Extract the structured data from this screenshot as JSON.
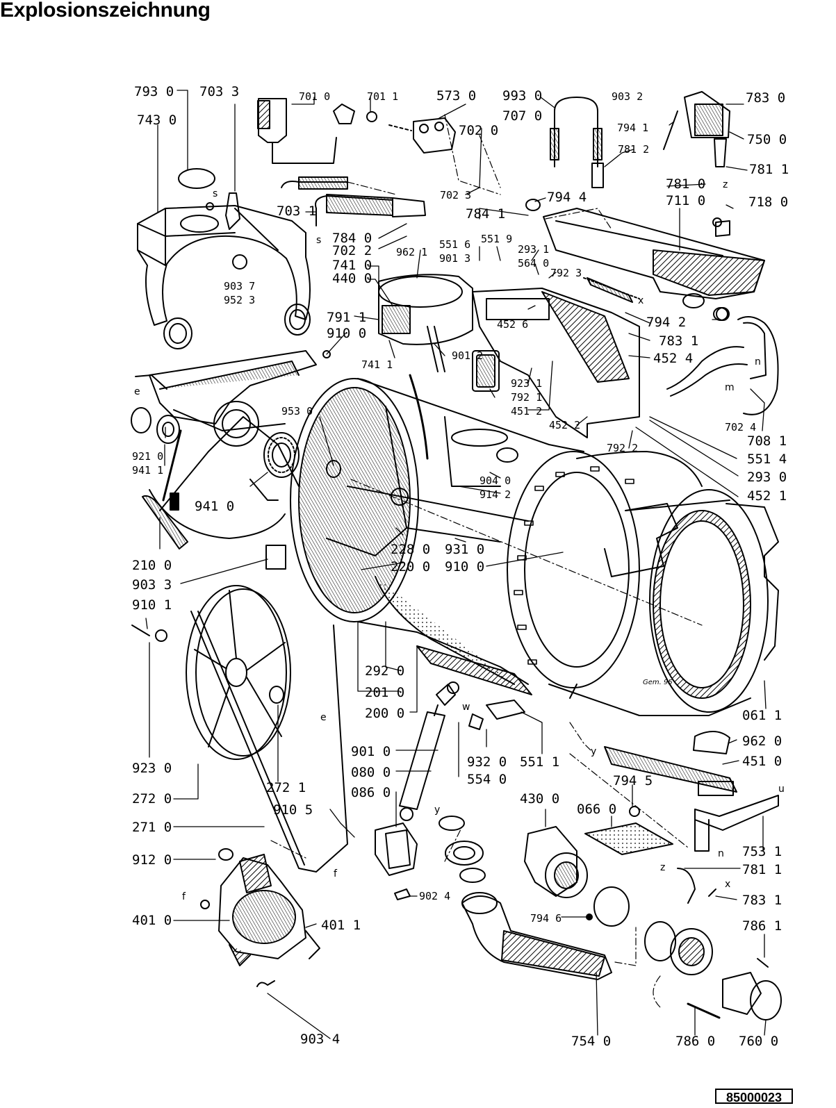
{
  "title": "Explosionszeichnung",
  "document_number": "85000023",
  "drawing_note": "Gem. 95",
  "part_labels": {
    "p793_0": "793 0",
    "p703_3": "703 3",
    "p701_0": "701 0",
    "p701_1": "701 1",
    "p573_0": "573 0",
    "p993_0": "993 0",
    "p707_0": "707 0",
    "p903_2": "903 2",
    "p783_0": "783 0",
    "p743_0": "743 0",
    "p702_0": "702 0",
    "p794_1": "794 1",
    "p750_0": "750 0",
    "p781_2": "781 2",
    "p781_1": "781 1",
    "p781_0": "781 0",
    "p711_0": "711 0",
    "p718_0": "718 0",
    "p703_1": "703 1",
    "p702_3": "702 3",
    "p794_4": "794 4",
    "p784_1": "784 1",
    "p784_0": "784 0",
    "p702_2": "702 2",
    "p962_1": "962 1",
    "p551_6": "551 6",
    "p901_3": "901 3",
    "p551_9": "551 9",
    "p293_1": "293 1",
    "p564_0": "564 0",
    "p792_3": "792 3",
    "p741_0": "741 0",
    "p440_0": "440 0",
    "p903_7": "903 7",
    "p952_3": "952 3",
    "p791_1": "791 1",
    "p452_6": "452 6",
    "p794_2": "794 2",
    "p783_1a": "783 1",
    "p910_0a": "910 0",
    "p901_2": "901 2",
    "p452_4": "452 4",
    "p741_1": "741 1",
    "p923_1": "923 1",
    "p792_1": "792 1",
    "p451_2": "451 2",
    "p702_4": "702 4",
    "p452_2": "452 2",
    "p708_1": "708 1",
    "p792_2": "792 2",
    "p953_0": "953 0",
    "p551_4": "551 4",
    "p921_0": "921 0",
    "p941_1": "941 1",
    "p293_0": "293 0",
    "p904_0": "904 0",
    "p914_2": "914 2",
    "p452_1": "452 1",
    "p941_0": "941 0",
    "p210_0": "210 0",
    "p228_0": "228 0",
    "p931_0": "931 0",
    "p220_0": "220 0",
    "p910_0b": "910 0",
    "p903_3": "903 3",
    "p910_1": "910 1",
    "p292_0": "292 0",
    "p201_0": "201 0",
    "p200_0": "200 0",
    "p061_1": "061 1",
    "p962_0": "962 0",
    "p451_0": "451 0",
    "p901_0": "901 0",
    "p932_0": "932 0",
    "p551_1": "551 1",
    "p923_0": "923 0",
    "p080_0": "080 0",
    "p554_0": "554 0",
    "p272_1": "272 1",
    "p086_0": "086 0",
    "p794_5": "794 5",
    "p272_0": "272 0",
    "p430_0": "430 0",
    "p066_0": "066 0",
    "p910_5": "910 5",
    "p271_0": "271 0",
    "p753_1": "753 1",
    "p912_0": "912 0",
    "p781_1b": "781 1",
    "p902_4": "902 4",
    "p783_1b": "783 1",
    "p401_0": "401 0",
    "p401_1": "401 1",
    "p794_6": "794 6",
    "p786_1": "786 1",
    "p903_4": "903 4",
    "p754_0": "754 0",
    "p786_0": "786 0",
    "p760_0": "760 0"
  },
  "letter_marks": {
    "s1": "s",
    "s2": "s",
    "z1": "z",
    "z2": "z",
    "x1": "x",
    "x2": "x",
    "n1": "n",
    "n2": "n",
    "m": "m",
    "e1": "e",
    "e2": "e",
    "y1": "y",
    "y2": "y",
    "w": "w",
    "u": "u",
    "f1": "f",
    "f2": "f"
  }
}
